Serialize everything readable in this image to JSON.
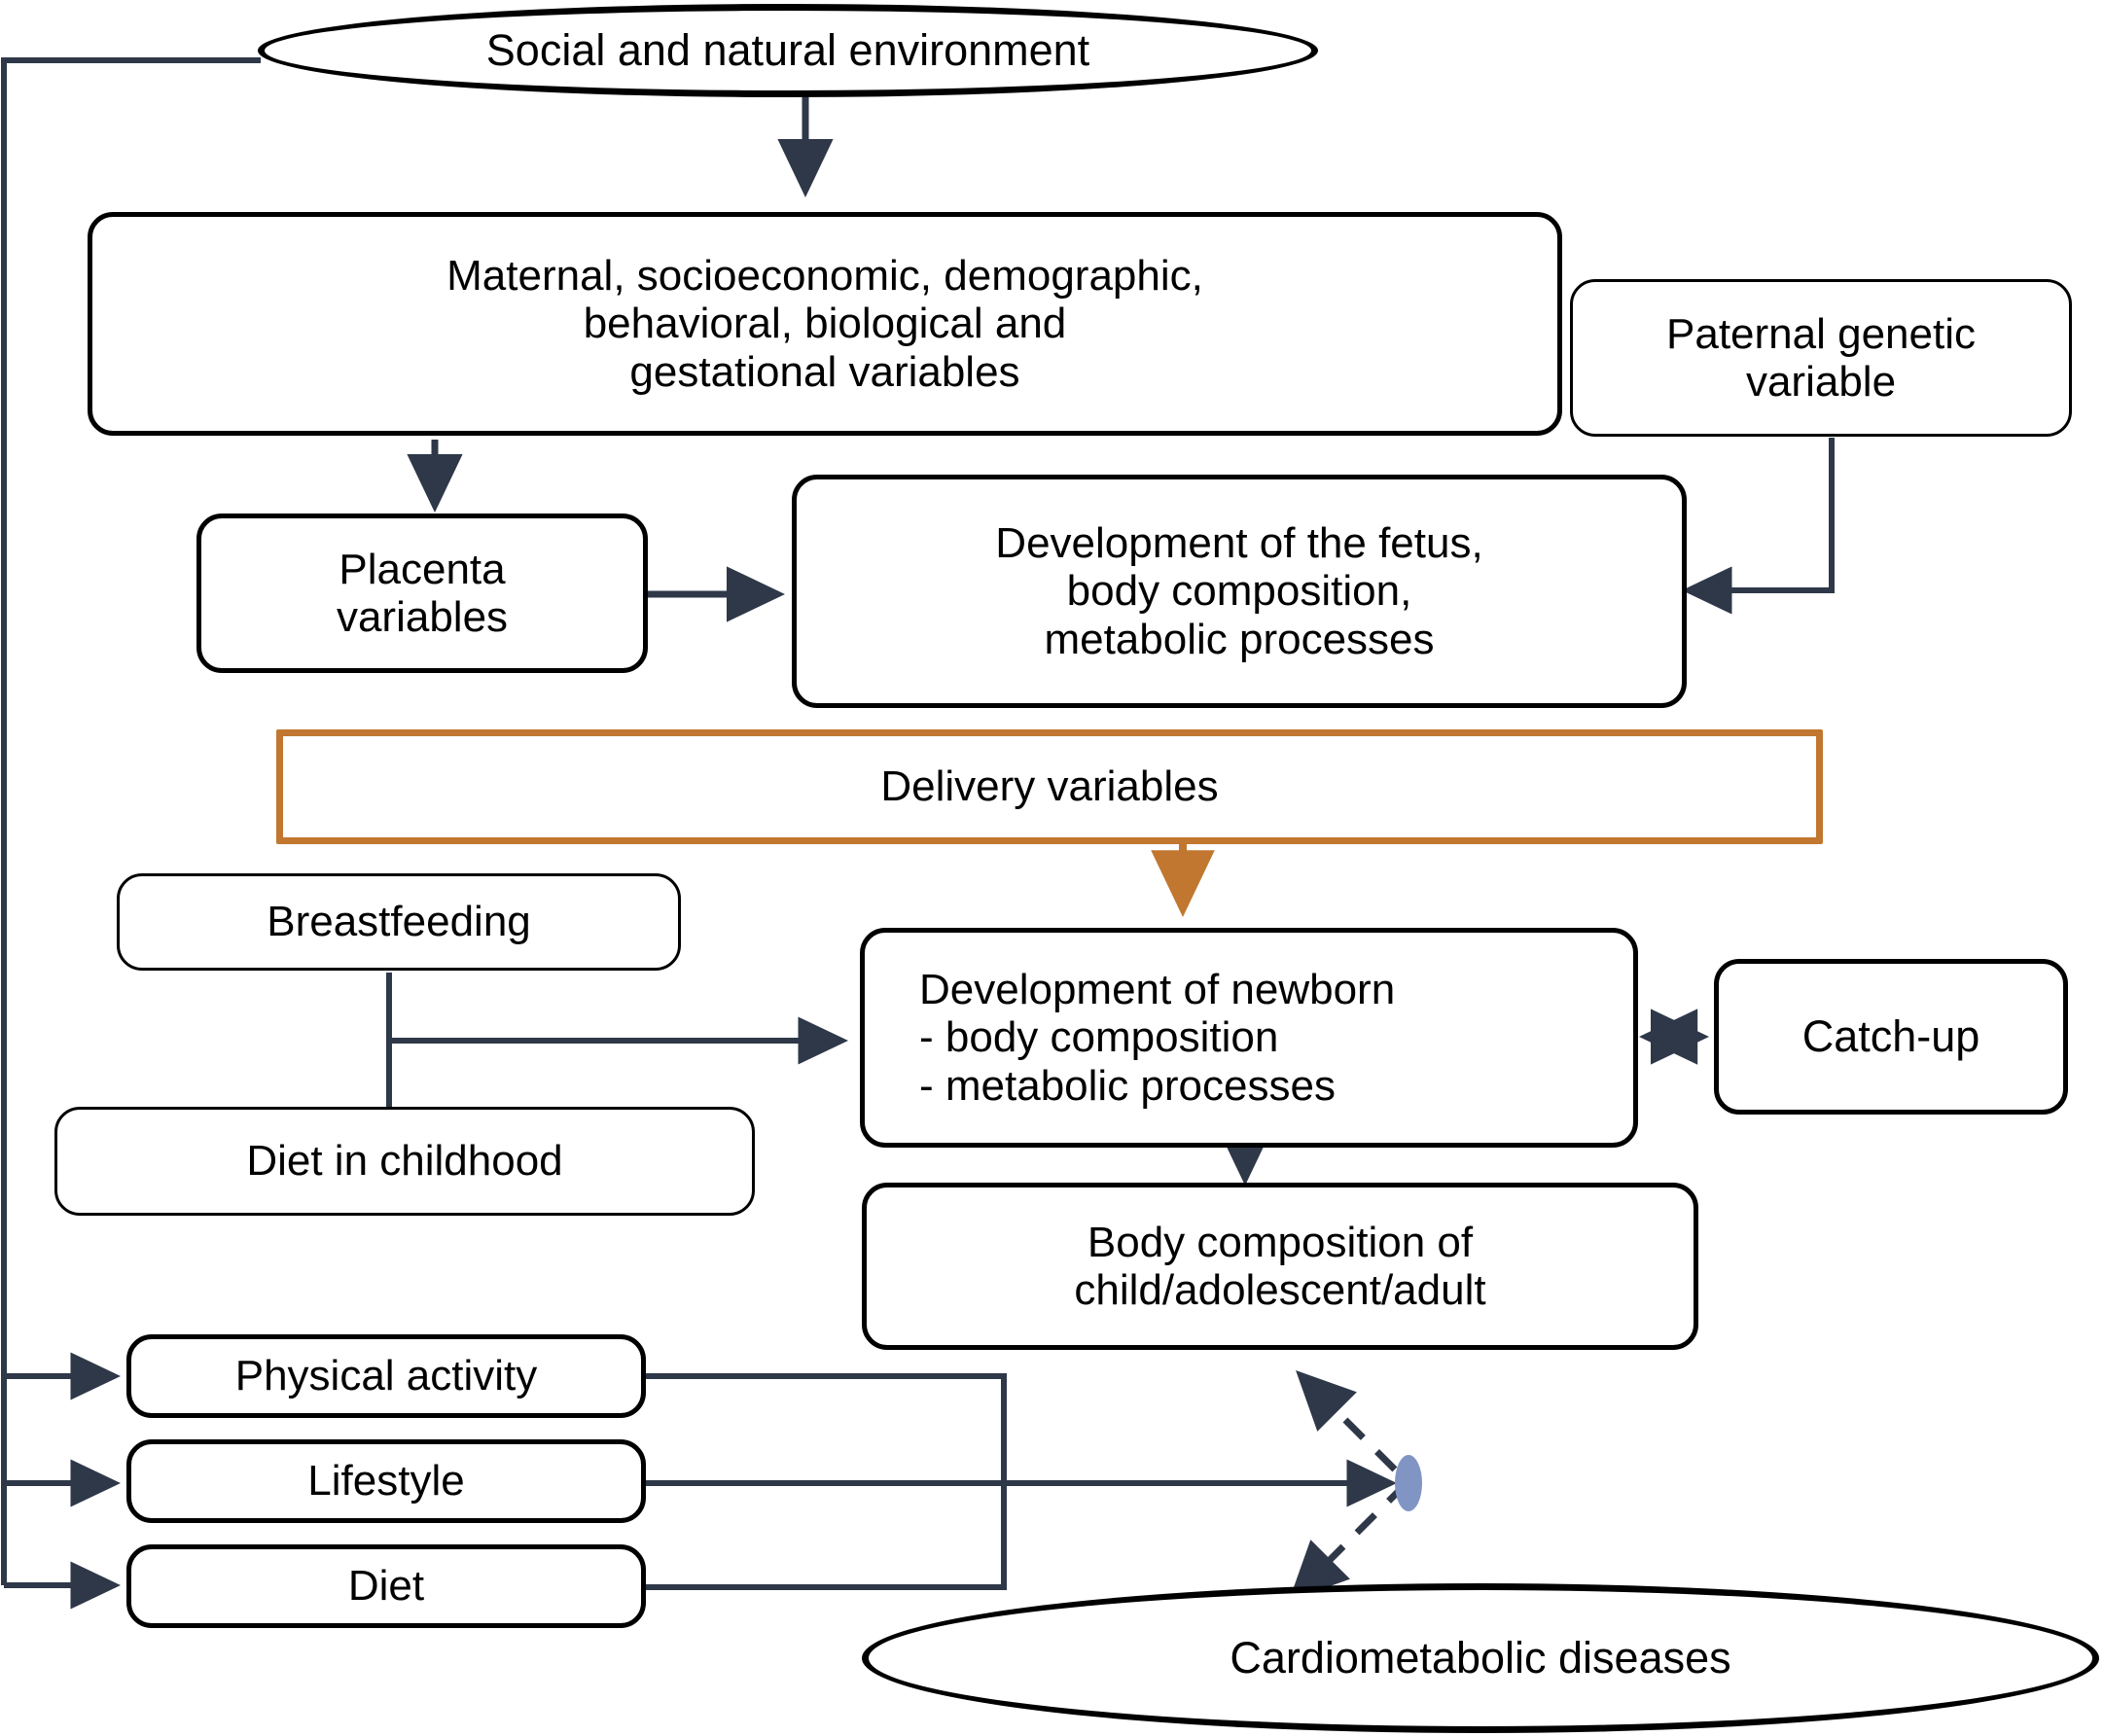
{
  "diagram": {
    "title": "Conceptual framework of early-life determinants of body composition and cardiometabolic disease",
    "type": "flowchart",
    "colors": {
      "connector": "#2E3848",
      "delivery_accent": "#C1772F",
      "node_border": "#000000",
      "mediator_fill": "#8195C4",
      "background": "#FFFFFF"
    }
  },
  "nodes": {
    "social_environment": {
      "label": "Social and natural environment",
      "shape": "ellipse"
    },
    "maternal_variables": {
      "label": "Maternal, socioeconomic, demographic,\nbehavioral, biological and\ngestational variables",
      "shape": "rounded-rect"
    },
    "paternal_genetic": {
      "label": "Paternal genetic\nvariable",
      "shape": "rounded-rect"
    },
    "placenta_variables": {
      "label": "Placenta\nvariables",
      "shape": "rounded-rect"
    },
    "fetus_development": {
      "label": "Development of the fetus,\nbody composition,\nmetabolic processes",
      "shape": "rounded-rect"
    },
    "delivery_variables": {
      "label": "Delivery variables",
      "shape": "rect"
    },
    "breastfeeding": {
      "label": "Breastfeeding",
      "shape": "rounded-rect"
    },
    "diet_childhood": {
      "label": "Diet in childhood",
      "shape": "rounded-rect"
    },
    "newborn_development": {
      "label": "Development of newborn\n - body composition\n - metabolic processes",
      "shape": "rounded-rect"
    },
    "catch_up": {
      "label": "Catch-up",
      "shape": "rounded-rect"
    },
    "body_composition": {
      "label": "Body composition of\nchild/adolescent/adult",
      "shape": "rounded-rect"
    },
    "physical_activity": {
      "label": "Physical activity",
      "shape": "rounded-rect"
    },
    "lifestyle": {
      "label": "Lifestyle",
      "shape": "rounded-rect"
    },
    "diet": {
      "label": "Diet",
      "shape": "rounded-rect"
    },
    "cardiometabolic_diseases": {
      "label": "Cardiometabolic diseases",
      "shape": "ellipse"
    },
    "mediator_node": {
      "label": "",
      "shape": "small-ellipse"
    }
  },
  "edges": [
    {
      "from": "social_environment",
      "to": "maternal_variables",
      "style": "solid",
      "arrow": "single"
    },
    {
      "from": "social_environment",
      "to": "physical_activity",
      "style": "solid",
      "arrow": "single"
    },
    {
      "from": "social_environment",
      "to": "lifestyle",
      "style": "solid",
      "arrow": "single"
    },
    {
      "from": "social_environment",
      "to": "diet",
      "style": "solid",
      "arrow": "single"
    },
    {
      "from": "maternal_variables",
      "to": "placenta_variables",
      "style": "solid",
      "arrow": "single"
    },
    {
      "from": "placenta_variables",
      "to": "fetus_development",
      "style": "solid",
      "arrow": "single"
    },
    {
      "from": "paternal_genetic",
      "to": "fetus_development",
      "style": "solid",
      "arrow": "single"
    },
    {
      "from": "delivery_variables",
      "to": "newborn_development",
      "style": "solid",
      "arrow": "single",
      "color": "#C1772F"
    },
    {
      "from": "breastfeeding",
      "to": "newborn_development",
      "style": "solid",
      "arrow": "single"
    },
    {
      "from": "diet_childhood",
      "to": "newborn_development",
      "style": "solid",
      "arrow": "single"
    },
    {
      "from": "newborn_development",
      "to": "catch_up",
      "style": "solid",
      "arrow": "double"
    },
    {
      "from": "newborn_development",
      "to": "body_composition",
      "style": "solid",
      "arrow": "single"
    },
    {
      "from": "physical_activity",
      "to": "mediator_node",
      "style": "solid",
      "arrow": "single"
    },
    {
      "from": "lifestyle",
      "to": "mediator_node",
      "style": "solid",
      "arrow": "single"
    },
    {
      "from": "diet",
      "to": "mediator_node",
      "style": "solid",
      "arrow": "single"
    },
    {
      "from": "body_composition",
      "to": "cardiometabolic_diseases",
      "style": "dashed",
      "arrow": "double"
    }
  ]
}
